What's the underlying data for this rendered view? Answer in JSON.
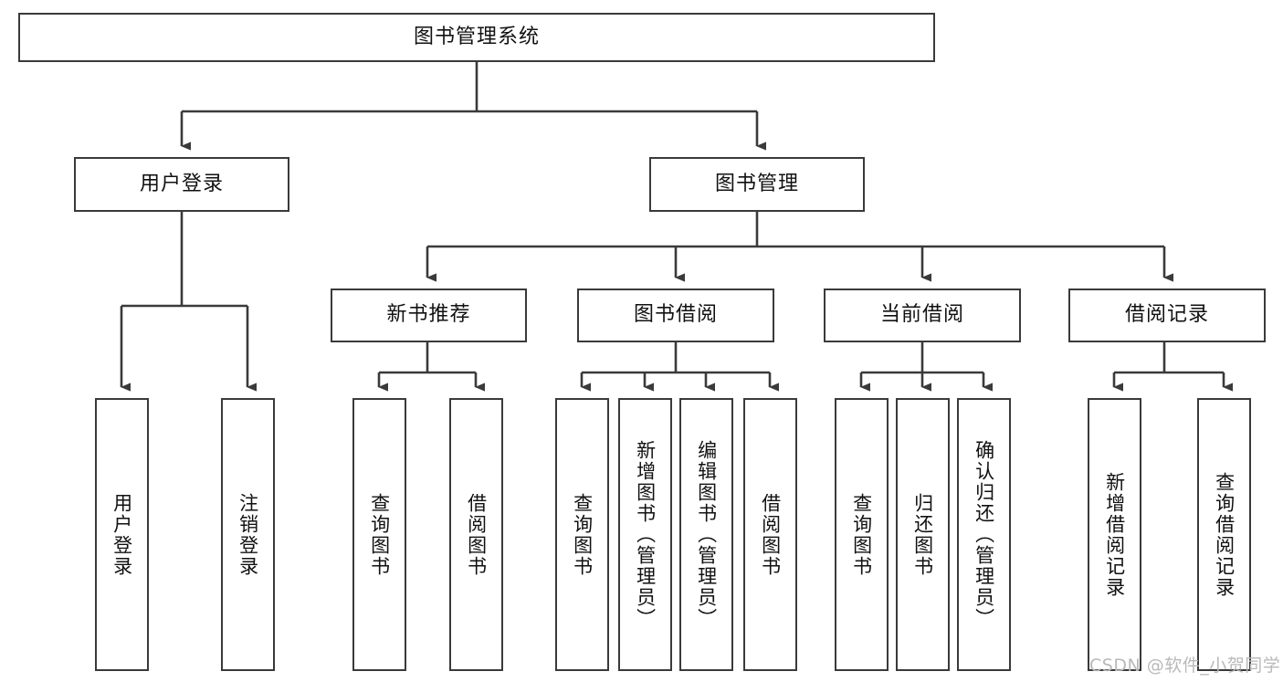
{
  "diagram": {
    "title": "图书管理系统",
    "root": {
      "label": "图书管理系统"
    },
    "level2": [
      {
        "label": "用户登录"
      },
      {
        "label": "图书管理"
      }
    ],
    "level3": [
      {
        "label": "新书推荐"
      },
      {
        "label": "图书借阅"
      },
      {
        "label": "当前借阅"
      },
      {
        "label": "借阅记录"
      }
    ],
    "leaves": {
      "user_login": [
        {
          "label": "用户登录"
        },
        {
          "label": "注销登录"
        }
      ],
      "new_book_recommend": [
        {
          "label": "查询图书"
        },
        {
          "label": "借阅图书"
        }
      ],
      "book_borrow": [
        {
          "label": "查询图书"
        },
        {
          "label": "新增图书（管理员）"
        },
        {
          "label": "编辑图书（管理员）"
        },
        {
          "label": "借阅图书"
        }
      ],
      "current_borrow": [
        {
          "label": "查询图书"
        },
        {
          "label": "归还图书"
        },
        {
          "label": "确认归还（管理员）"
        }
      ],
      "borrow_record": [
        {
          "label": "新增借阅记录"
        },
        {
          "label": "查询借阅记录"
        }
      ]
    }
  },
  "watermark": {
    "text": "CSDN @软件_小贺同学"
  },
  "colors": {
    "border": "#3a3a3a",
    "text": "#111111",
    "background": "#ffffff",
    "watermark": "#b9b9b9"
  }
}
